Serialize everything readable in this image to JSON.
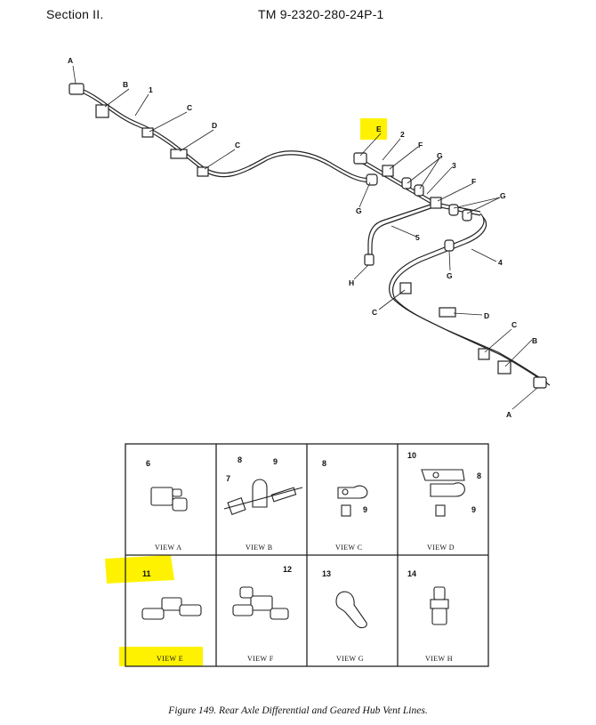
{
  "header": {
    "section": "Section II.",
    "tm_number": "TM 9-2320-280-24P-1"
  },
  "callouts": {
    "A": "A",
    "B": "B",
    "C": "C",
    "D": "D",
    "E": "E",
    "F": "F",
    "G": "G",
    "H": "H",
    "n1": "1",
    "n2": "2",
    "n3": "3",
    "n4": "4",
    "n5": "5"
  },
  "views": [
    {
      "caption": "VIEW A",
      "items": [
        "6"
      ]
    },
    {
      "caption": "VIEW B",
      "items": [
        "7",
        "8",
        "9"
      ]
    },
    {
      "caption": "VIEW C",
      "items": [
        "8",
        "9"
      ]
    },
    {
      "caption": "VIEW D",
      "items": [
        "8",
        "9",
        "10"
      ]
    },
    {
      "caption": "VIEW E",
      "items": [
        "11"
      ]
    },
    {
      "caption": "VIEW F",
      "items": [
        "12"
      ]
    },
    {
      "caption": "VIEW G",
      "items": [
        "13"
      ]
    },
    {
      "caption": "VIEW H",
      "items": [
        "14"
      ]
    }
  ],
  "figure_caption": "Figure 149.  Rear Axle Differential and Geared Hub Vent Lines.",
  "highlight_color": "#fff200"
}
